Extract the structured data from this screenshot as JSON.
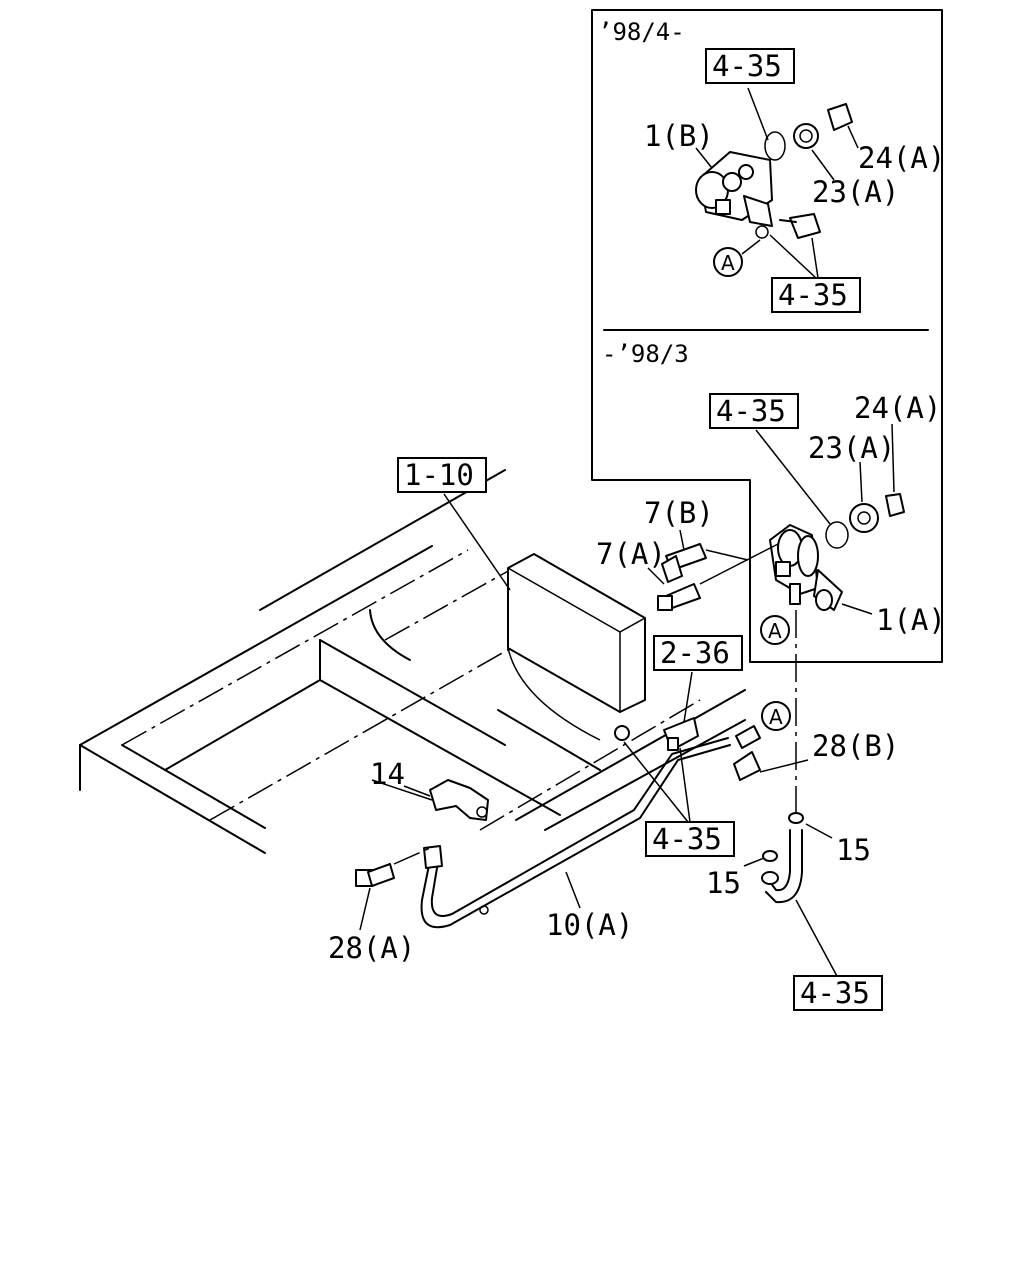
{
  "variants": {
    "upper": "’98/4-",
    "lower": "-’98/3"
  },
  "refs": {
    "r435_top": "4-35",
    "r435_mid": "4-35",
    "r435_low": "4-35",
    "r435_clamp": "4-35",
    "r435_hose": "4-35",
    "r110": "1-10",
    "r236": "2-36"
  },
  "parts": {
    "p1b": "1(B)",
    "p24a_top": "24(A)",
    "p23a_top": "23(A)",
    "p24a_low": "24(A)",
    "p23a_low": "23(A)",
    "p7b": "7(B)",
    "p7a": "7(A)",
    "p1a": "1(A)",
    "p28b": "28(B)",
    "p14": "14",
    "p15_right": "15",
    "p15_left": "15",
    "p28a": "28(A)",
    "p10a": "10(A)"
  },
  "markers": {
    "a_top": "A",
    "a_low": "A",
    "a_bolt": "A"
  }
}
